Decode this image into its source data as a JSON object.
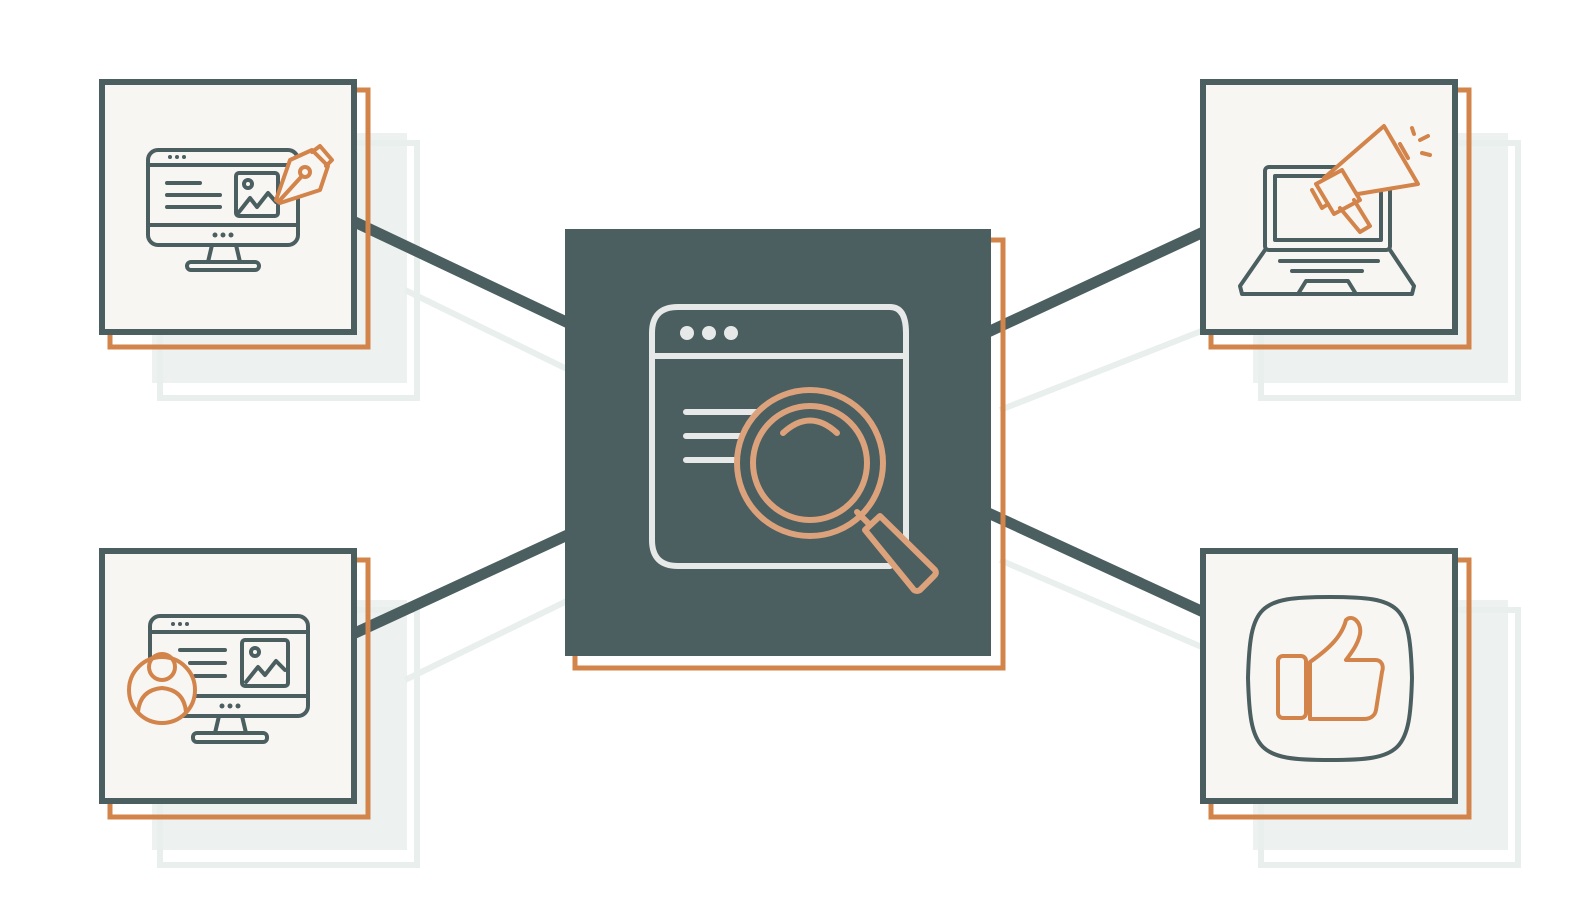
{
  "colors": {
    "background": "#ffffff",
    "primary": "#4b5e60",
    "accent": "#d3844a",
    "accent_light": "#dca27c",
    "card_fill": "#f8f6f2",
    "shadow": "#e8efed",
    "hub_stroke": "#e6e9e8"
  },
  "hub": {
    "icon": "browser-search-icon"
  },
  "nodes": [
    {
      "id": "top-left",
      "icon": "monitor-design-pen-icon"
    },
    {
      "id": "top-right",
      "icon": "laptop-megaphone-icon"
    },
    {
      "id": "bottom-left",
      "icon": "monitor-user-profile-icon"
    },
    {
      "id": "bottom-right",
      "icon": "thumbs-up-icon"
    }
  ]
}
